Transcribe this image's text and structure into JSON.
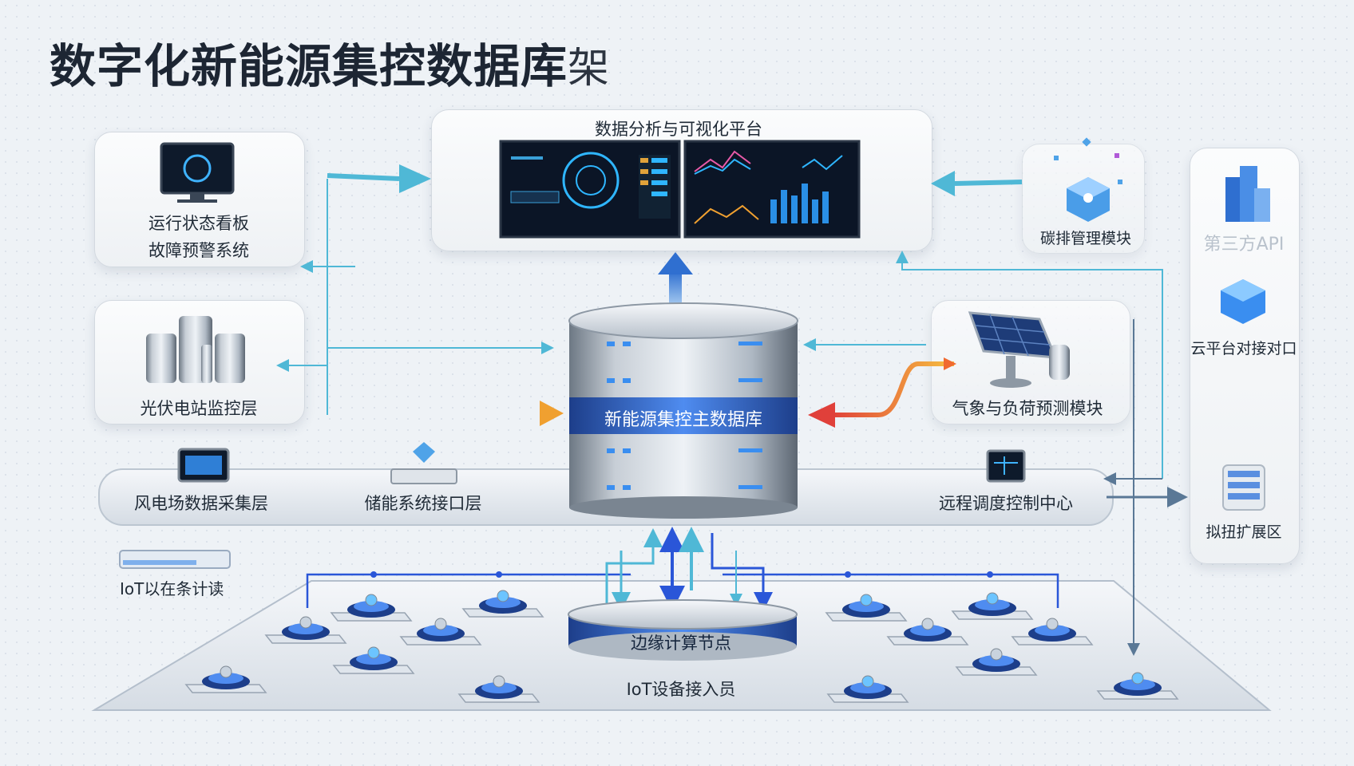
{
  "title": "数字化新能源集控数据库",
  "title_glyph": "架",
  "nodes": {
    "platform": "数据分析与可视化平台",
    "status_board_1": "运行状态看板",
    "status_board_2": "故障预警系统",
    "pv_monitor": "光伏电站监控层",
    "carbon": "碳排管理模块",
    "third_party": "第三方API",
    "cloud": "云平台对接对口",
    "extend": "拟扭扩展区",
    "weather": "气象与负荷预测模块",
    "main_db": "新能源集控主数据库",
    "wind": "风电场数据采集层",
    "storage": "储能系统接口层",
    "remote": "远程调度控制中心",
    "iot_legend": "IoT以在条计读",
    "edge": "边缘计算节点",
    "iot_access": "IoT设备接入员"
  },
  "colors": {
    "accent_blue": "#2f7fe0",
    "teal": "#4fb8d6",
    "orange": "#f0a030",
    "red": "#e0403a",
    "deep_blue": "#2a56d8"
  }
}
